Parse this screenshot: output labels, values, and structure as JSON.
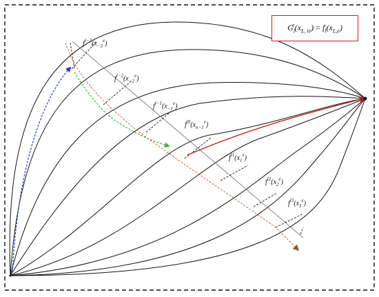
{
  "formula": {
    "lhs_base": "G",
    "lhs_sub": "i",
    "lhs_sup": "e",
    "lhs_arg_base": "(x",
    "lhs_arg_sub": "L, ie",
    "lhs_arg_close": ")",
    "equals": " = ",
    "rhs_base": "f",
    "rhs_sub": "l",
    "rhs_arg_base": "(x",
    "rhs_arg_sub": "L,e",
    "rhs_arg_close": ")"
  },
  "labels": [
    {
      "f_sup": "l−3",
      "arg": "(x",
      "arg_sub": "−3",
      "arg_sup": "e",
      "close": ")"
    },
    {
      "f_sup": "l−2",
      "arg": "(x",
      "arg_sub": "−2",
      "arg_sup": "e",
      "close": ")"
    },
    {
      "f_sup": "l−1",
      "arg": "(x",
      "arg_sub": "−1",
      "arg_sup": "e",
      "close": ")"
    },
    {
      "f_sup": "l0",
      "arg": "(x",
      "arg_sub": "n−1",
      "arg_sup": "e",
      "close": ")"
    },
    {
      "f_sup": "l1",
      "arg": "(x",
      "arg_sub": "1",
      "arg_sup": "e",
      "close": ")"
    },
    {
      "f_sup": "l2",
      "arg": "(x",
      "arg_sub": "2",
      "arg_sup": "e",
      "close": ")"
    },
    {
      "f_sup": "l3",
      "arg": "(x",
      "arg_sub": "3",
      "arg_sup": "e",
      "close": ")"
    }
  ],
  "colors": {
    "curves": "#111111",
    "frame": "#111111",
    "formula_border": "#d61a1a",
    "blue_path": "#1f3bd6",
    "green_path": "#2fbf2f",
    "orange_path": "#c8632a",
    "red_segment": "#c81414",
    "brown_arrow": "#8a5a3a"
  }
}
